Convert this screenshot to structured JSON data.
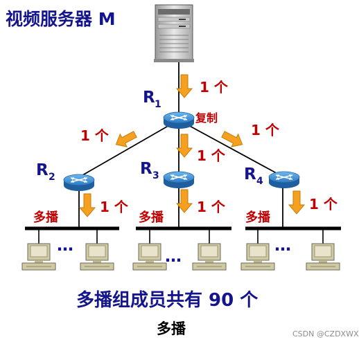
{
  "title": "视频服务器 M",
  "server": {
    "icon": "server-tower-icon"
  },
  "routers": [
    {
      "id": "R1",
      "letter": "R",
      "sub": "1",
      "icon": "router-icon"
    },
    {
      "id": "R2",
      "letter": "R",
      "sub": "2",
      "icon": "router-icon"
    },
    {
      "id": "R3",
      "letter": "R",
      "sub": "3",
      "icon": "router-icon"
    },
    {
      "id": "R4",
      "letter": "R",
      "sub": "4",
      "icon": "router-icon"
    }
  ],
  "flow_label": "1 个",
  "copy_label": "复制",
  "lan_label": "多播",
  "ellipsis": "…",
  "caption": "多播组成员共有 90 个",
  "footer": "多播",
  "watermark": "CSDN @CZDXWX",
  "colors": {
    "text_blue": "#14148c",
    "text_red": "#c00000",
    "arrow": "#f5a01e",
    "router": "#3a8fd6",
    "pc": "#cfc9a6"
  }
}
